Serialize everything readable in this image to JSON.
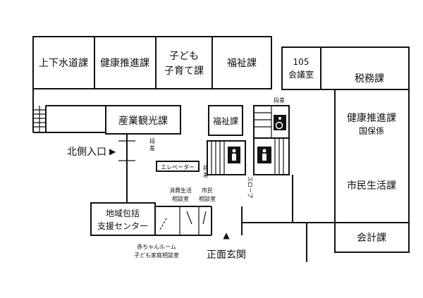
{
  "rooms": {
    "water": "上下水道課",
    "health_left": "健康推進課",
    "child_1": "子ども",
    "child_2": "子育て課",
    "welfare_top": "福祉課",
    "welfare_small": "福祉課",
    "tourism": "産業観光課",
    "meeting_1": "105",
    "meeting_2": "会議室",
    "tax": "税務課",
    "health_right": "健康推進課",
    "insurance": "国保係",
    "citizen": "市民生活課",
    "accounting": "会計課",
    "regional_1": "地域包括",
    "regional_2": "支援センター",
    "consumer_1": "消費生活",
    "consumer_2": "相談室",
    "civic_1": "市民",
    "civic_2": "相談室",
    "baby_1": "赤ちゃんルーム",
    "baby_2": "子ども家庭相談室"
  },
  "labels": {
    "north_entrance": "北側入口",
    "north_arrow": "▶",
    "main_entrance": "正面玄関",
    "main_arrow": "▲",
    "elevator": "エレベーター",
    "step_1": "段差",
    "step_2_a": "段",
    "step_2_b": "差",
    "step_3_a": "段",
    "step_3_b": "差",
    "slope": "スロープ"
  },
  "icons": [
    "wheelchair-icon",
    "restroom-icon-left",
    "restroom-icon-right"
  ]
}
